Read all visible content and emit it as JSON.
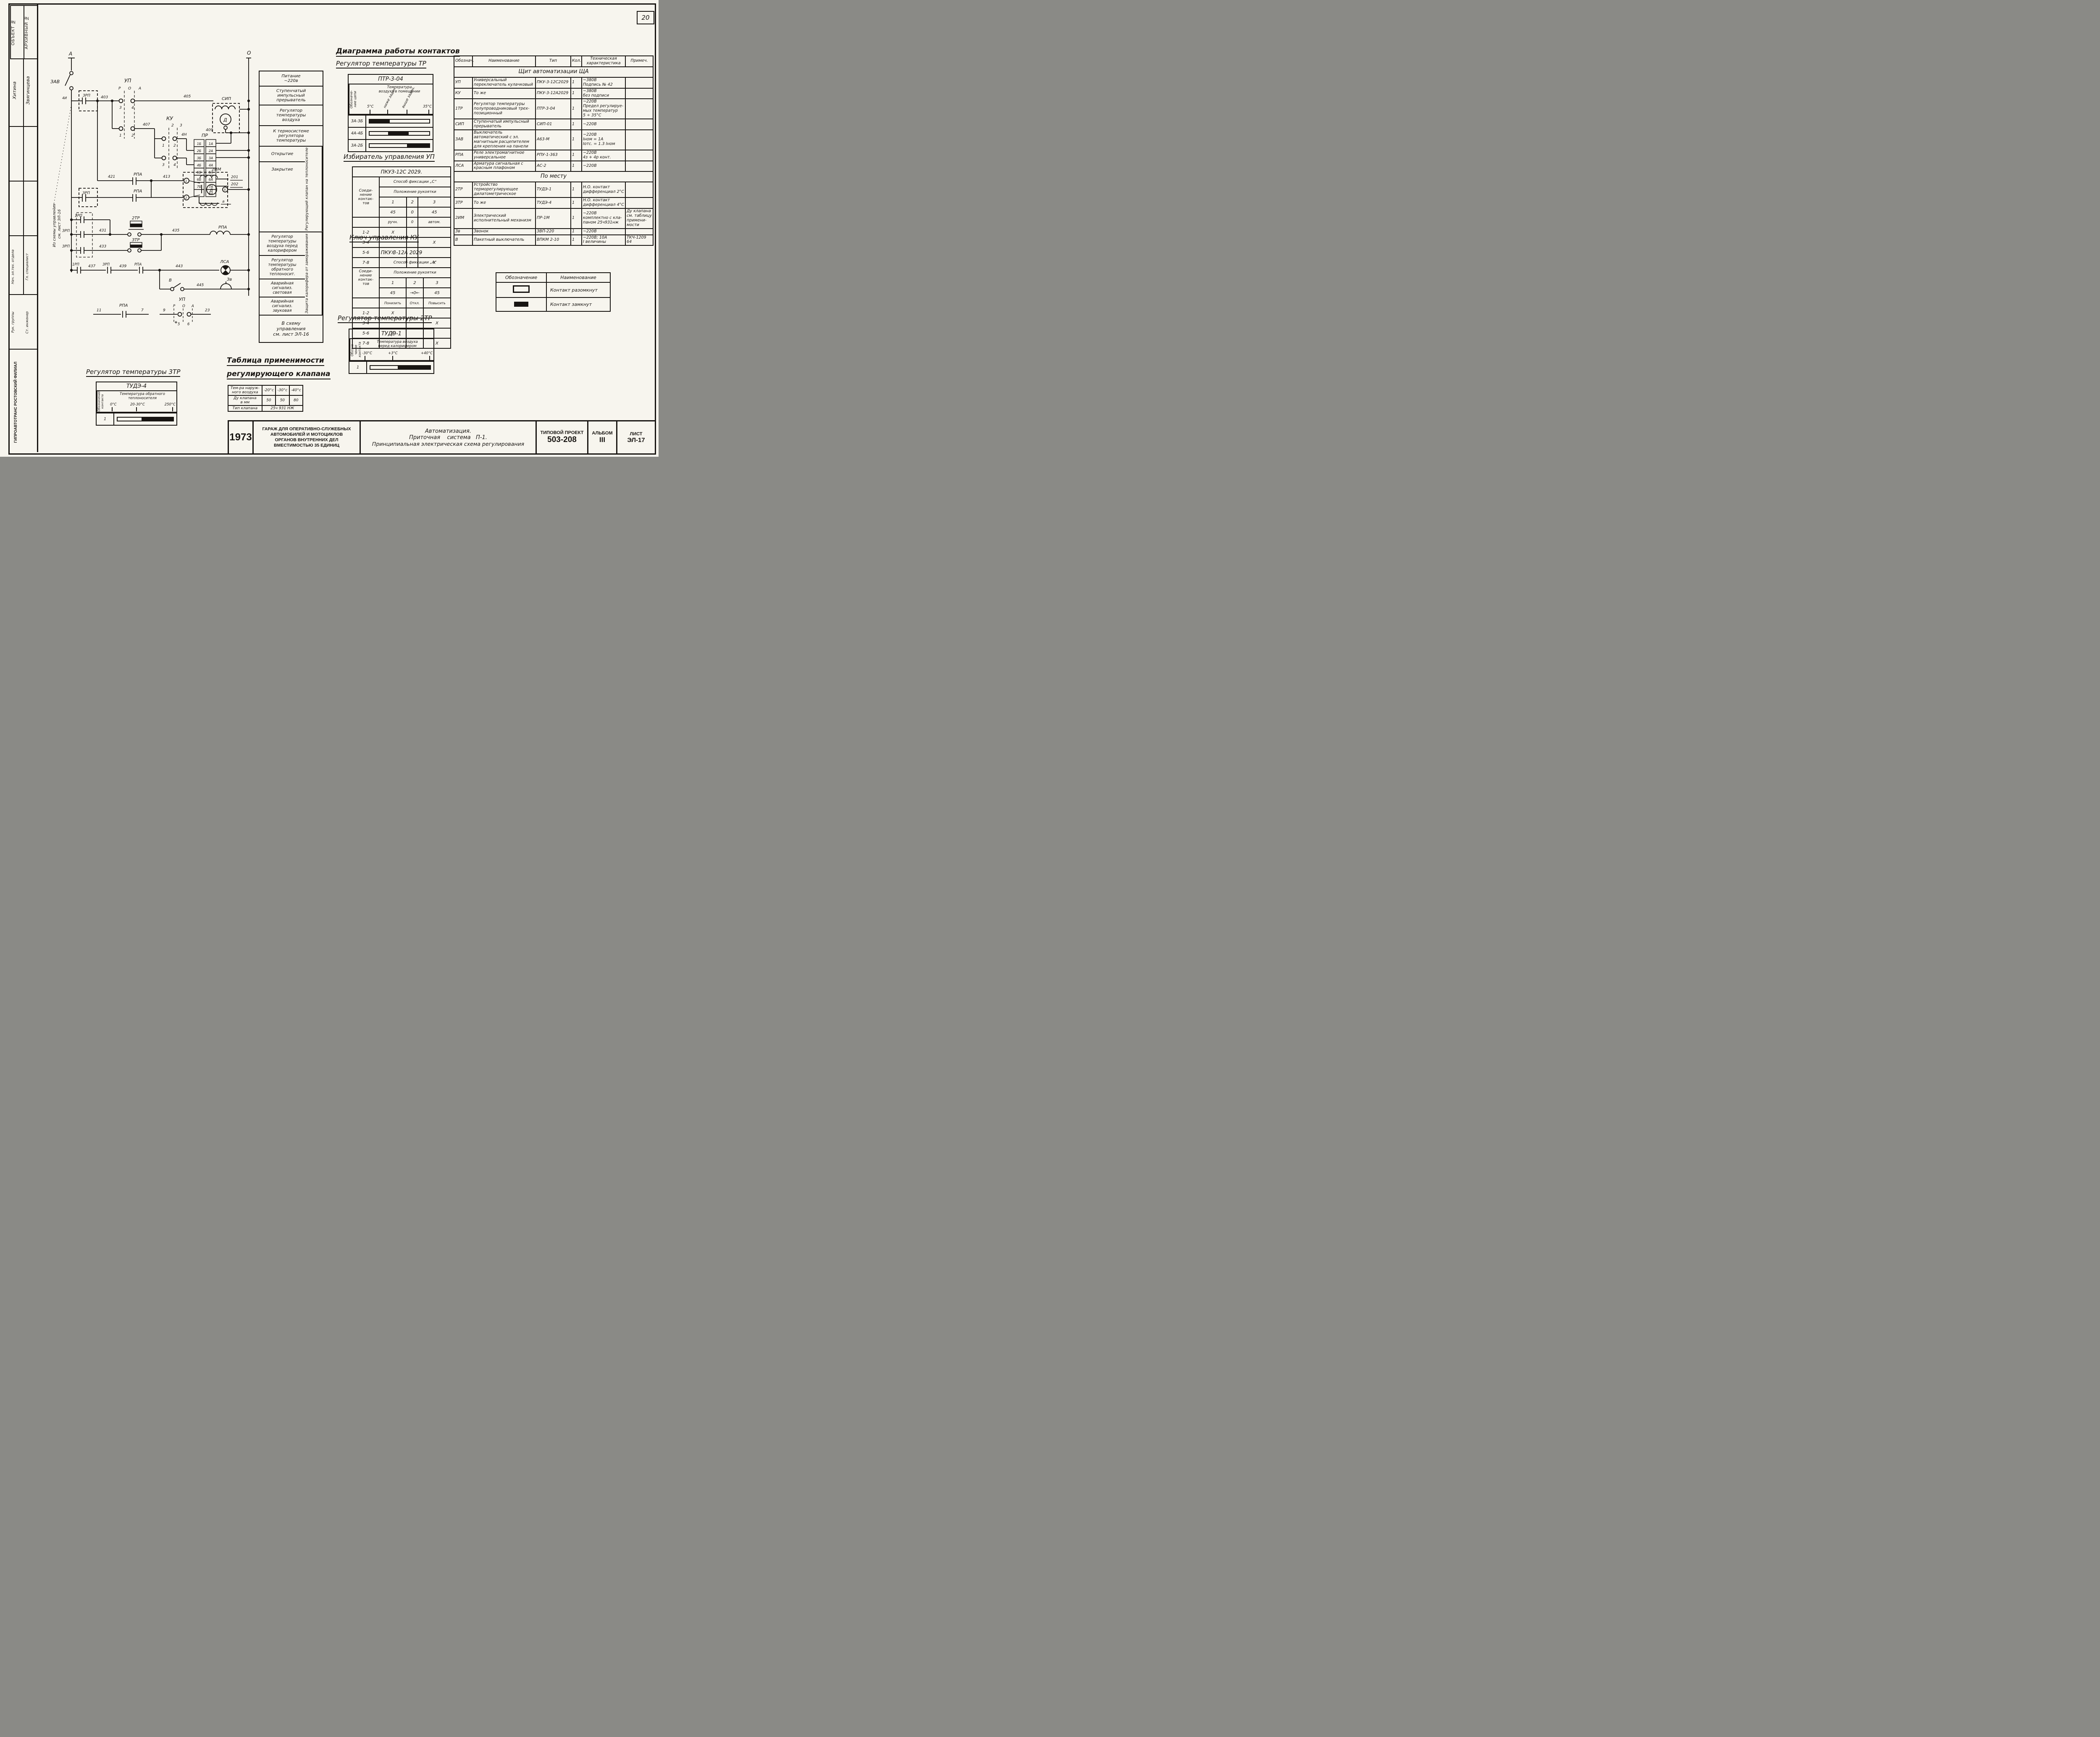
{
  "sheet": {
    "number": "20"
  },
  "stamps": {
    "object_no": "ОБЪЕКТ №",
    "archive_no": "АРХИВНЫЙ №",
    "sig1": "Хитина",
    "sig2": "Звягинцева",
    "rows": [
      "Нач. эл.тех. отдела",
      "Гл. специалист",
      "Рук. группы",
      "Ст. инженер"
    ],
    "org": "ГИПРОАВТОТРАНС  РОСТОВСКИЙ ФИЛИАЛ"
  },
  "schematic": {
    "dev": {
      "a": "А",
      "o": "О",
      "zav": "ЗАВ",
      "up": "УП",
      "ku": "КУ",
      "pr": "ПР",
      "sip": "СИП",
      "im2": "2ИМ",
      "rpa": "РПА",
      "zrp": "ЗРП",
      "rp1": "1РП",
      "tr2": "2ТР",
      "tr3": "ЗТР",
      "lsa": "ЛСА",
      "zv": "Зв",
      "v": "В",
      "motor": "Д"
    },
    "cols": {
      "r": "Р",
      "o": "О",
      "a": "А"
    },
    "wires": {
      "w403": "403",
      "w405": "405",
      "w407": "407",
      "w409": "409",
      "w413": "413",
      "w421": "421",
      "w431": "431",
      "w433": "433",
      "w435": "435",
      "w437": "437",
      "w439": "439",
      "w443": "443",
      "w445": "445",
      "w201": "201",
      "w202": "202",
      "w4n": "4Н",
      "w4i": "4И",
      "wa": "а"
    },
    "pins": {
      "p1": "1",
      "p2": "2",
      "p3": "3",
      "p4": "4",
      "p5": "5",
      "p6": "6",
      "p7": "7",
      "p9": "9",
      "p11": "11",
      "p23": "23"
    },
    "pr_left": [
      "1Б",
      "2Б",
      "3Б",
      "4Б",
      "5Б",
      "6Б",
      "7Б"
    ],
    "pr_right": [
      "1А",
      "2А",
      "3А",
      "4А",
      "5А",
      "6А",
      "7А",
      "8А"
    ],
    "note1": "Из схемы управления",
    "note2": "см. лист ЭЛ-16"
  },
  "desc_column": {
    "boxes": [
      "Питание\n~220в",
      "Ступенчатый\nимпульсный\nпрерыватель",
      "Регулятор\nтемпературы\nвоздуха",
      "К термосистеме\nрегулятора\nтемпературы",
      "Открытие",
      "Закрытие",
      "Регулятор\nтемпературы\nвоздуха перед\nкалорифером",
      "Регулятор\nтемпературы\nобратного\nтеплоносит.",
      "Аварийная\nсигнализ.\nсветовая",
      "Аварийная\nсигнализ.\nзвуковая",
      "В схему\nуправления\nсм. лист ЭЛ-16"
    ],
    "strip_valve": "Регулирующий клапан на теплоносителе",
    "strip_protect": "Защита калорифера от замораживания"
  },
  "contact_diagram": {
    "title": "Диаграмма работы контактов",
    "subtitle": "Регулятор температуры ТР",
    "header": "ПТР-3-04",
    "col_left": "Обозначе-\nние цепи",
    "col_main": "Температура\nвоздуха в помещении",
    "scale": [
      "5°С",
      "ниже задан.",
      "выше задан.",
      "35°С"
    ],
    "rows": [
      {
        "label": "3А-3Б",
        "segments": [
          {
            "type": "filled",
            "w": 33
          },
          {
            "type": "open",
            "w": 67
          }
        ]
      },
      {
        "label": "4А-4Б",
        "segments": [
          {
            "type": "open",
            "w": 33
          },
          {
            "type": "filled",
            "w": 31
          },
          {
            "type": "open",
            "w": 36
          }
        ]
      },
      {
        "label": "3А-2Б",
        "segments": [
          {
            "type": "open",
            "w": 64
          },
          {
            "type": "filled",
            "w": 36
          }
        ]
      }
    ]
  },
  "selector_up": {
    "title": "Избиратель управления УП",
    "header": "ПКУЗ-12С 2029.",
    "left": "Соеди-\nнение\nконтак-\nтов",
    "fix": "Способ фиксации „С“",
    "handle": "Положение рукоятки",
    "pos": [
      "1",
      "2",
      "3"
    ],
    "angles": [
      "45",
      "0",
      "45"
    ],
    "modes": [
      "ручн.",
      "0",
      "автом."
    ],
    "rows": [
      [
        "1-2",
        "X",
        "",
        ""
      ],
      [
        "3-4",
        "",
        "",
        "X"
      ],
      [
        "5-6",
        "X",
        "",
        ""
      ],
      [
        "7-8",
        "",
        "",
        "X"
      ]
    ]
  },
  "key_ku": {
    "title": "Ключ управления КУ",
    "header": "ПКУ 3-12А  2029",
    "left": "Соеди-\nнение\nконтак-\nтов",
    "fix": "Способ фиксации „А“",
    "handle": "Положение рукоятки",
    "pos": [
      "1",
      "2",
      "3"
    ],
    "angles": [
      "45",
      "→0←",
      "45"
    ],
    "modes": [
      "Понизить",
      "Откл.",
      "Повысить"
    ],
    "rows": [
      [
        "1-2",
        "X",
        "",
        ""
      ],
      [
        "3-4",
        "",
        "",
        "X"
      ],
      [
        "5-6",
        "X",
        "",
        ""
      ],
      [
        "7-8",
        "",
        "",
        "X"
      ]
    ]
  },
  "reg_2tr": {
    "title": "Регулятор температуры 2ТР",
    "header": "ТУДЭ-1",
    "col_left": "Обозна-\nчение\nконтакта",
    "col_main": "Температура воздуха\nперед калорифером",
    "scale": [
      "-30°С",
      "+3°С",
      "+40°С"
    ],
    "rows": [
      {
        "label": "1",
        "segments": [
          {
            "type": "open",
            "w": 47
          },
          {
            "type": "filled",
            "w": 53
          }
        ]
      }
    ]
  },
  "reg_3tr": {
    "title": "Регулятор температуры 3ТР",
    "header": "ТУДЭ-4",
    "col_left": "Обозначение\nконтакта",
    "col_main": "Температура обратного\nтеплоносителя",
    "scale": [
      "0°С",
      "20-30°С",
      "250°С"
    ],
    "rows": [
      {
        "label": "1",
        "segments": [
          {
            "type": "open",
            "w": 45
          },
          {
            "type": "filled",
            "w": 55
          }
        ]
      }
    ]
  },
  "applicability": {
    "title1": "Таблица применимости",
    "title2": "регулирующего клапана",
    "rows": [
      [
        "Тем-ра наруж-\nного воздуха",
        "-20°с",
        "-30°с",
        "-40°с"
      ],
      [
        "Ду клапана\nв мм",
        "50",
        "50",
        "80"
      ],
      [
        "Тип клапана",
        "25ч 931 НЖ"
      ]
    ]
  },
  "legend": {
    "headers": [
      "Обозначение",
      "Наименование"
    ],
    "open_label": "Контакт разомкнут",
    "closed_label": "Контакт замкнут"
  },
  "components": {
    "headers": [
      "Обознач.",
      "Наименование",
      "Тип",
      "Кол.",
      "Техническая\nхарактеристика",
      "Примеч."
    ],
    "rows": [
      {
        "section": "Щит   автоматизации   ЩА"
      },
      [
        "УП",
        "Универсальный переключатель кулачковый",
        "ПКУ-3-12С2029",
        "1",
        "~380В\nПодпись № 42",
        ""
      ],
      [
        "КУ",
        "То же",
        "ПКУ-3-12А2029",
        "1",
        "~380В\nбез подписи",
        ""
      ],
      [
        "1ТР",
        "Регулятор температуры полупроводниковый трех-позиционный",
        "ПТР-3-04",
        "1",
        "~220В\nПредел регулируе-мых температур\n5 ÷ 35°С",
        ""
      ],
      [
        "СИП",
        "Ступенчатый импульсный прерыватель",
        "СИП-01",
        "1",
        "~220В",
        ""
      ],
      [
        "ЗАВ",
        "Выключатель автоматический с эл. магнитным расцепителем для крепления на панели",
        "А63-М",
        "1",
        "~220В\nIном = 1А\nIотс. = 1.3 Iном",
        ""
      ],
      [
        "РПА",
        "Реле электромагнитное универсальное",
        "РПУ-1-363",
        "1",
        "~220В\n4з + 4р конт.",
        ""
      ],
      [
        "ЛСА",
        "Арматура сигнальная с красным плафоном",
        "АС-2",
        "1",
        "~220В",
        ""
      ],
      {
        "section": "По  месту"
      },
      [
        "2ТР",
        "Устройство терморегулирующее дилатометрическое",
        "ТУДЭ-1",
        "1",
        "Н.О. контакт\nдифференциал 2°С",
        ""
      ],
      [
        "3ТР",
        "То же",
        "ТУДЭ-4",
        "1",
        "Н.О. контакт\nдифференциал 4°С",
        ""
      ],
      [
        "2ИМ",
        "Электрический исполнительный механизм",
        "ПР-1М",
        "1",
        "~220В\nкомплектно с кла-паном 25ч931нж",
        "Ду клапана см. таблицу примени-мости"
      ],
      [
        "Зв",
        "Звонок",
        "ЗВП-220",
        "1",
        "~220В",
        ""
      ],
      [
        "В",
        "Пакетный выключатель",
        "ВПКМ 2-10",
        "1",
        "~220В;  10А\nI величины",
        "ТКЧ-1209 64"
      ]
    ]
  },
  "title_block": {
    "year": "1973",
    "project": "ГАРАЖ ДЛЯ ОПЕРАТИВНО-СЛУЖЕБНЫХ\nАВТОМОБИЛЕЙ И МОТОЦИКЛОВ\nОРГАНОВ ВНУТРЕННИХ ДЕЛ\nВМЕСТИМОСТЬЮ 35 ЕДИНИЦ",
    "subject1": "Автоматизация.",
    "subject2": "Приточная    система   П-1.",
    "subject3": "Принципиальная электрическая схема регулирования",
    "series_label": "ТИПОВОЙ ПРОЕКТ",
    "series_no": "503-208",
    "album_label": "АЛЬБОМ",
    "album_no": "III",
    "sheet_label": "ЛИСТ",
    "sheet_no": "ЭЛ-17"
  }
}
